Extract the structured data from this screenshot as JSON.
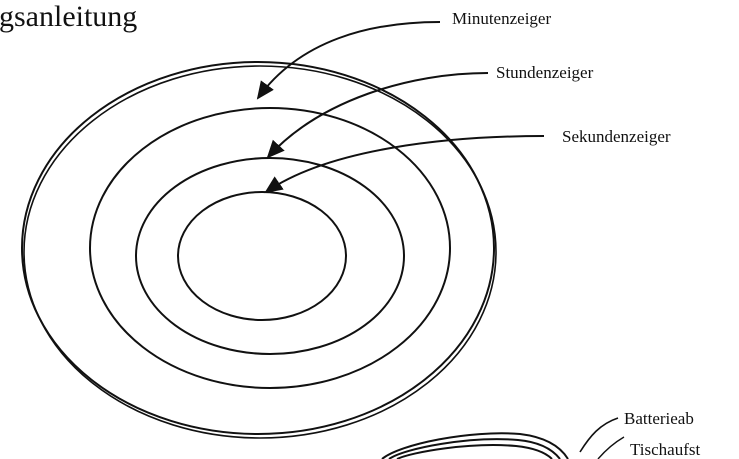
{
  "header": {
    "title_fragment": "gsanleitung"
  },
  "labels": {
    "minute_hand": "Minutenzeiger",
    "hour_hand": "Stundenzeiger",
    "second_hand": "Sekundenzeiger",
    "battery_cover": "Batterieab",
    "table_stand": "Tischaufst"
  },
  "colors": {
    "ink": "#111111",
    "background": "#ffffff"
  }
}
